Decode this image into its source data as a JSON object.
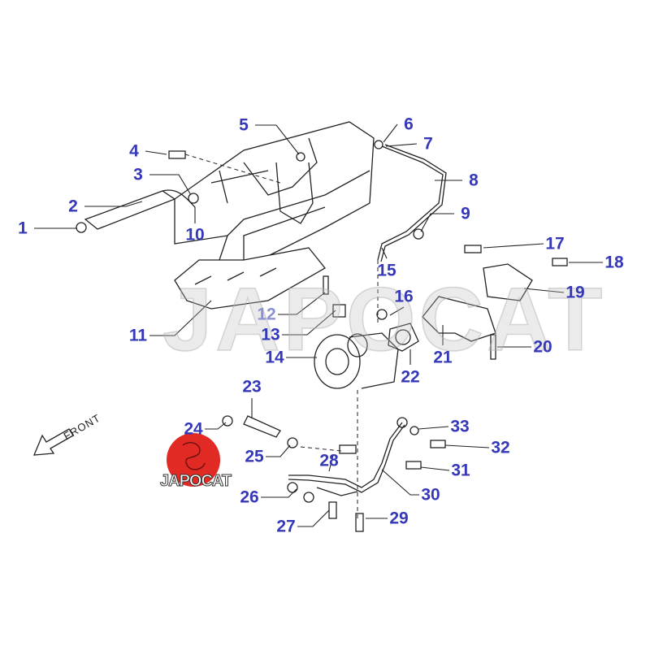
{
  "watermark": "JAPOCAT",
  "logo": {
    "text": "JAPOCAT",
    "color": "#e12a24"
  },
  "front_label": "FRONT",
  "label_color": "#3538b8",
  "callouts": [
    "1",
    "2",
    "3",
    "4",
    "5",
    "6",
    "7",
    "8",
    "9",
    "10",
    "11",
    "12",
    "13",
    "14",
    "15",
    "16",
    "17",
    "18",
    "19",
    "20",
    "21",
    "22",
    "23",
    "24",
    "25",
    "26",
    "27",
    "28",
    "29",
    "30",
    "31",
    "32",
    "33"
  ]
}
